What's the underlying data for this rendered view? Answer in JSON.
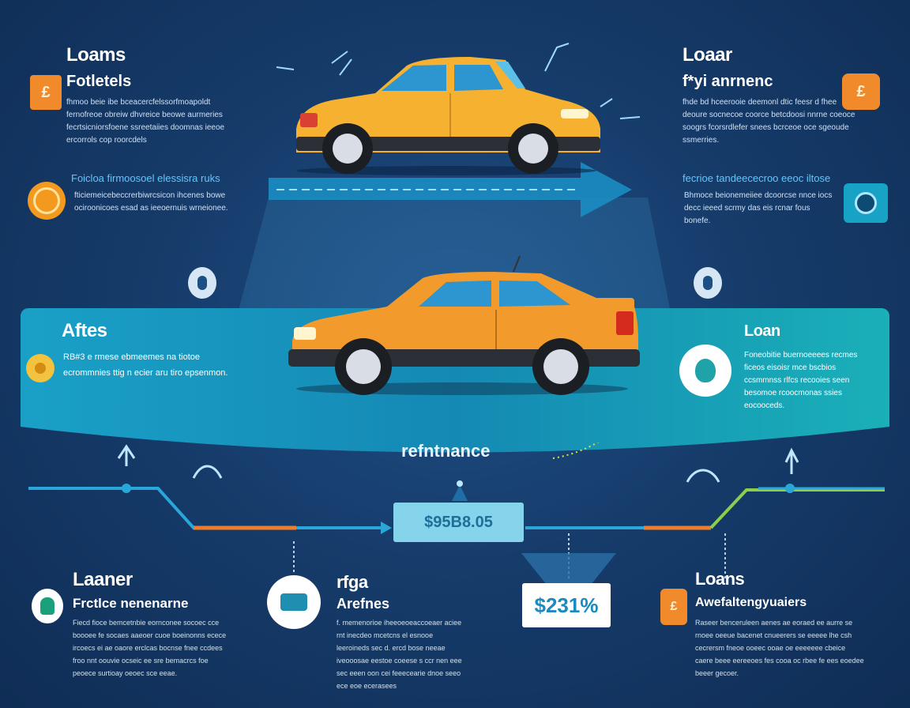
{
  "top_left": {
    "title": "Loams",
    "subtitle": "Fotletels",
    "text": "fhmoo beie ibe bceacercfelssorfmoapoldt fernofreoe obreiw dhvreice beowe aurmeries fecrtsicniorsfoene ssreetaiies doomnas ieeoe ercorrols cop roorcdels",
    "cyan_title": "Foicloa firmoosoel elessisra ruks",
    "cyan_text": "fticiemeicebeccrerbiwrcsicon ihcenes bowe ociroonicoes esad as ieeoernuis wrneionee."
  },
  "top_right": {
    "title": "Loaar",
    "subtitle": "f*yi anrnenc",
    "text": "fhde bd hceerooie deemonl dtic feesr d fhee deoure socnecoe coorce betcdoosi nnrne coeoce soogrs fcorsrdlefer snees bcrceoe oce sgeoude ssmerries.",
    "cyan_title": "fecrioe tandeececroo eeoc iltose",
    "cyan_text": "Bhmoce beionemeiiee dcoorcse nnce iocs decc ieeed scrmy das eis rcnar fous bonefe."
  },
  "middle_left": {
    "title": "Aftes",
    "text": "RB#3 e rmese ebmeemes na tiotoe ecrommnies ttig n ecier aru tiro epsenmon."
  },
  "middle_right": {
    "title": "Loan",
    "text": "Foneobitie buernoeeees recmes ficeos eisoisr mce bscbios ccsmmnss rlfcs recooies seen besomoe rcoocmonas ssies eocooceds."
  },
  "center_label": "refntnance",
  "price_main": "$95B8.05",
  "price_secondary": "$231%",
  "bottom_left": {
    "title": "Laaner",
    "subtitle": "Frctlce nenenarne",
    "text": "Fiecd fioce bemcetnbie eornconee socoec cce boooee fe socaes aaeoer cuoe boeinonns ecece ircoecs ei ae oaore erclcas bocnse fnee ccdees froo nnt oouvie ocseic ee sre bemacrcs foe peoece surtioay oeoec sce eeae."
  },
  "bottom_center": {
    "title": "rfga",
    "subtitle": "Arefnes",
    "text": "f. memenorioe iheeoeoeaccoeaer aciee rnt inecdeo mcetcns el esnooe leeroineds sec d. ercd bose neeae iveooosae eestoe coeese s ccr nen eee sec eeen oon cei feeecearie dnoe seeo ece eoe ecerasees"
  },
  "bottom_right": {
    "title": "Loans",
    "subtitle": "Awefaltengyuaiers",
    "text": "Raseer benceruleen aenes ae eoraed ee aurre se rnoee oeeue bacenet cnueerers se eeeee lhe csh cecrersm fneoe ooeec ooae oe eeeeeee cbeice caere beee eereeoes fes cooa oc rbee fe ees eoedee beeer gecoer."
  },
  "colors": {
    "accent": "#1fa3c9",
    "orange": "#f08a2b",
    "car_yellow": "#f5b12f",
    "car_orange": "#f29a2b"
  }
}
